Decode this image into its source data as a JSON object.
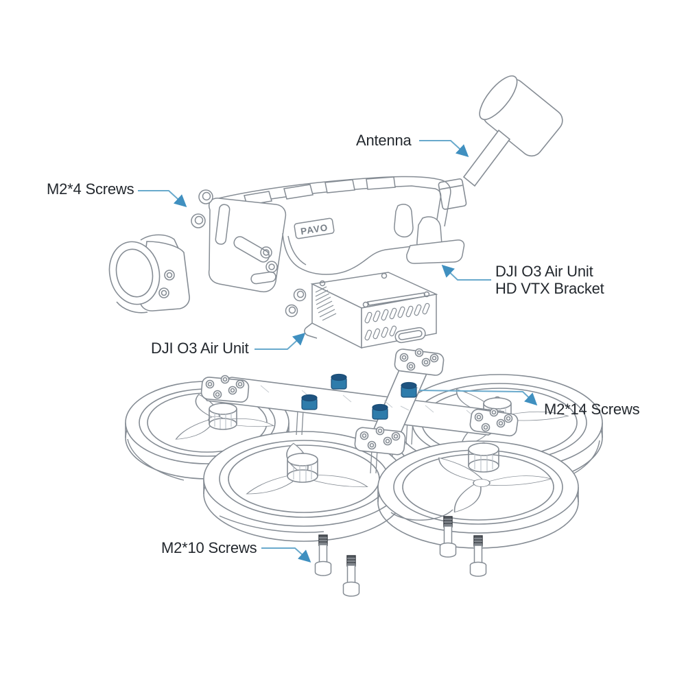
{
  "labels": {
    "antenna": "Antenna",
    "m2x4_screws": "M2*4 Screws",
    "vtx_bracket_line1": "DJI O3 Air Unit",
    "vtx_bracket_line2": "HD VTX Bracket",
    "air_unit": "DJI O3 Air Unit",
    "m2x14_screws": "M2*14 Screws",
    "m2x10_screws": "M2*10 Screws"
  },
  "badge": {
    "bracket_brand": "PAVO"
  },
  "colors": {
    "background": "#ffffff",
    "line": "#858c94",
    "light_line": "#b9bec5",
    "leader_line": "#68a9cc",
    "arrow": "#4090c0",
    "screw_blue": "#2e7cab",
    "screw_blue_dark": "#1e5380",
    "text": "#23282e"
  }
}
